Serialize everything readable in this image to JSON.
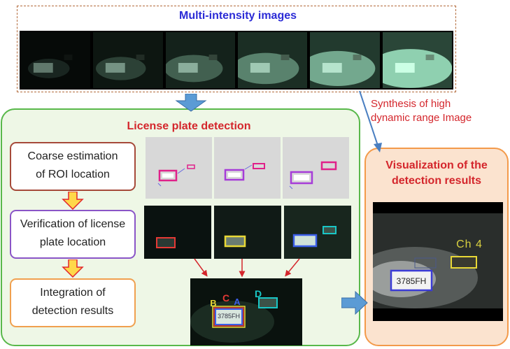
{
  "top": {
    "title": "Multi-intensity images",
    "frame_count": 6
  },
  "synthesis": {
    "line1": "Synthesis of high",
    "line2": "dynamic range Image"
  },
  "detection": {
    "title": "License plate detection",
    "step1": {
      "line1": "Coarse estimation",
      "line2": "of ROI location"
    },
    "step2": {
      "line1": "Verification of license",
      "line2": "plate location"
    },
    "step3": {
      "line1": "Integration of",
      "line2": "detection results"
    },
    "labels": {
      "a": "A",
      "b": "B",
      "c": "C",
      "d": "D"
    },
    "plate_text": "3785FH"
  },
  "visualization": {
    "line1": "Visualization of the",
    "line2": "detection results",
    "channel_label": "Ch 4",
    "plate_text": "3785FH"
  },
  "colors": {
    "title_blue": "#2b2bd6",
    "red_title": "#d4262c",
    "green_border": "#58b84a",
    "green_bg": "#eef7e6",
    "orange_border": "#f39a4a",
    "orange_bg": "#fbe3cf",
    "arrow_blue": "#5b9bd5",
    "flow_arrow": "#ffd84a"
  }
}
